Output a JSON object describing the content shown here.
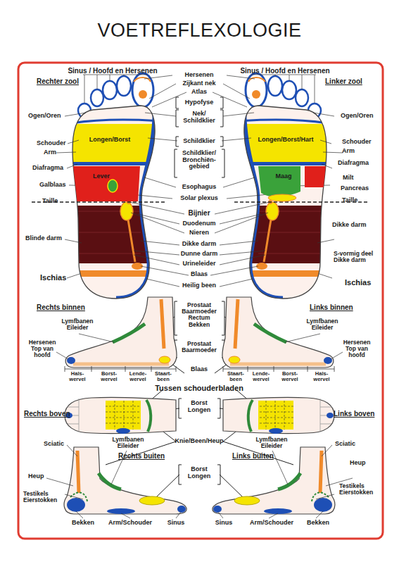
{
  "diagram": {
    "title": "VOETREFLEXOLOGIE",
    "nodes": [
      {
        "text": [
          "Longen/Borst"
        ]
      },
      {
        "text": [
          "Lever"
        ]
      },
      {
        "text": [
          "Longen/Borst/Hart"
        ]
      },
      {
        "text": [
          "Maag"
        ]
      }
    ],
    "labels": [
      "Sinus / Hoofd en Hersenen",
      "Sinus / Hoofd en Hersenen",
      "Rechter zool",
      "Linker zool",
      "Hersenen",
      "Zijkant nek",
      "Atlas",
      "Hypofyse",
      "Nek/ Schildklier",
      "Schildklier",
      "Schildklier/ Bronchiën- gebied",
      "Esophagus",
      "Solar plexus",
      "Bijnier",
      "Duodenum",
      "Nieren",
      "Dikke darm",
      "Dunne darm",
      "Urineleider",
      "Blaas",
      "Heilig been",
      "Ogen/Oren",
      "Schouder",
      "Arm",
      "Diafragma",
      "Galblaas",
      "Taille",
      "Blinde darm",
      "Ischias",
      "Ogen/Oren",
      "Schouder",
      "Arm",
      "Diafragma",
      "Milt",
      "Pancreas",
      "Taille",
      "Dikke darm",
      "S-vormig deel Dikke darm",
      "Ischias",
      "Rechts binnen",
      "Links binnen",
      "Prostaat Baarmoeder Rectum Bekken",
      "Lymfbanen Eileider",
      "Lymfbanen Eileider",
      "Hersenen Top van hoofd",
      "Hersenen Top van hoofd",
      "Prostaat Baarmoeder",
      "Blaas",
      "Hals- wervel",
      "Borst- wervel",
      "Lende- wervel",
      "Staart- been",
      "Staart- been",
      "Lende- wervel",
      "Borst- wervel",
      "Hals- wervel",
      "Tussen schouderbladen",
      "Rechts boven",
      "Links boven",
      "Borst Longen",
      "Knie/Been/Heup",
      "Sciatic",
      "Lymfbanen Eileider",
      "Lymfbanen Eileider",
      "Sciatic",
      "Rechts buiten",
      "Links buiten",
      "Borst Longen",
      "Heup",
      "Heup",
      "Testikels Eierstokken",
      "Testikels Eierstokken",
      "Bekken",
      "Arm/Schouder",
      "Sinus",
      "Sinus",
      "Arm/Schouder",
      "Bekken"
    ]
  }
}
